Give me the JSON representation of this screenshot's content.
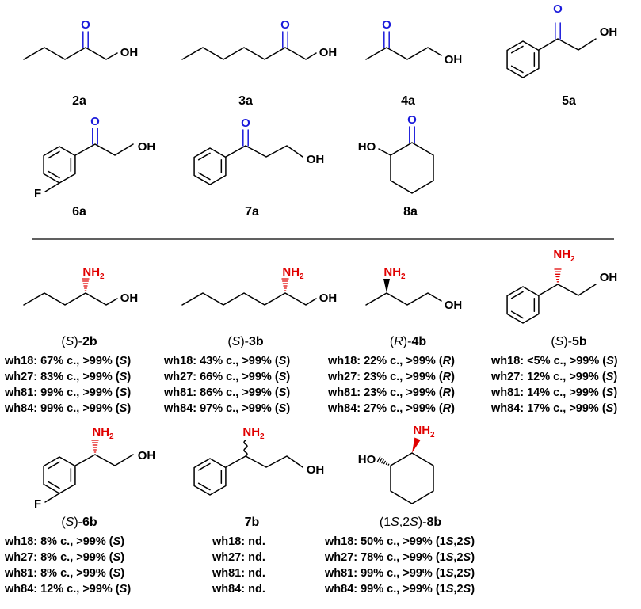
{
  "substrates": [
    {
      "id": "2a",
      "label": "2a",
      "atoms": {
        "o": "O",
        "oh": "OH"
      }
    },
    {
      "id": "3a",
      "label": "3a",
      "atoms": {
        "o": "O",
        "oh": "OH"
      }
    },
    {
      "id": "4a",
      "label": "4a",
      "atoms": {
        "o": "O",
        "oh": "OH"
      }
    },
    {
      "id": "5a",
      "label": "5a",
      "atoms": {
        "o": "O",
        "oh": "OH"
      }
    },
    {
      "id": "6a",
      "label": "6a",
      "atoms": {
        "o": "O",
        "oh": "OH",
        "f": "F"
      }
    },
    {
      "id": "7a",
      "label": "7a",
      "atoms": {
        "o": "O",
        "oh": "OH"
      }
    },
    {
      "id": "8a",
      "label": "8a",
      "atoms": {
        "o": "O",
        "ho": "HO"
      }
    }
  ],
  "products": [
    {
      "id": "2b",
      "label": "2b",
      "config": "S",
      "atoms": {
        "nh": "NH",
        "sub": "2",
        "oh": "OH"
      },
      "results": [
        {
          "enzyme": "wh18",
          "text": ": 67% c., >99% (",
          "config": "S",
          "close": ")"
        },
        {
          "enzyme": "wh27",
          "text": ": 83% c., >99% (",
          "config": "S",
          "close": ")"
        },
        {
          "enzyme": "wh81",
          "text": ": 99% c., >99% (",
          "config": "S",
          "close": ")"
        },
        {
          "enzyme": "wh84",
          "text": ": 99% c., >99% (",
          "config": "S",
          "close": ")"
        }
      ]
    },
    {
      "id": "3b",
      "label": "3b",
      "config": "S",
      "atoms": {
        "nh": "NH",
        "sub": "2",
        "oh": "OH"
      },
      "results": [
        {
          "enzyme": "wh18",
          "text": ": 43% c., >99% (",
          "config": "S",
          "close": ")"
        },
        {
          "enzyme": "wh27",
          "text": ": 66% c., >99% (",
          "config": "S",
          "close": ")"
        },
        {
          "enzyme": "wh81",
          "text": ": 86% c., >99% (",
          "config": "S",
          "close": ")"
        },
        {
          "enzyme": "wh84",
          "text": ": 97% c., >99% (",
          "config": "S",
          "close": ")"
        }
      ]
    },
    {
      "id": "4b",
      "label": "4b",
      "config": "R",
      "atoms": {
        "nh": "NH",
        "sub": "2",
        "oh": "OH"
      },
      "results": [
        {
          "enzyme": "wh18",
          "text": ": 22% c., >99% (",
          "config": "R",
          "close": ")"
        },
        {
          "enzyme": "wh27",
          "text": ": 23% c., >99% (",
          "config": "R",
          "close": ")"
        },
        {
          "enzyme": "wh81",
          "text": ": 23% c., >99% (",
          "config": "R",
          "close": ")"
        },
        {
          "enzyme": "wh84",
          "text": ": 27% c., >99% (",
          "config": "R",
          "close": ")"
        }
      ]
    },
    {
      "id": "5b",
      "label": "5b",
      "config": "S",
      "atoms": {
        "nh": "NH",
        "sub": "2",
        "oh": "OH"
      },
      "results": [
        {
          "enzyme": "wh18",
          "text": ": <5% c., >99% (",
          "config": "S",
          "close": ")"
        },
        {
          "enzyme": "wh27",
          "text": ": 12% c., >99% (",
          "config": "S",
          "close": ")"
        },
        {
          "enzyme": "wh81",
          "text": ": 14% c., >99% (",
          "config": "S",
          "close": ")"
        },
        {
          "enzyme": "wh84",
          "text": ": 17% c., >99% (",
          "config": "S",
          "close": ")"
        }
      ]
    },
    {
      "id": "6b",
      "label": "6b",
      "config": "S",
      "atoms": {
        "nh": "NH",
        "sub": "2",
        "oh": "OH",
        "f": "F"
      },
      "results": [
        {
          "enzyme": "wh18",
          "text": ": 8% c., >99% (",
          "config": "S",
          "close": ")"
        },
        {
          "enzyme": "wh27",
          "text": ": 8% c., >99% (",
          "config": "S",
          "close": ")"
        },
        {
          "enzyme": "wh81",
          "text": ": 8% c., >99% (",
          "config": "S",
          "close": ")"
        },
        {
          "enzyme": "wh84",
          "text": ": 12% c., >99% (",
          "config": "S",
          "close": ")"
        }
      ]
    },
    {
      "id": "7b",
      "label": "7b",
      "config": "",
      "atoms": {
        "nh": "NH",
        "sub": "2",
        "oh": "OH"
      },
      "results": [
        {
          "enzyme": "wh18",
          "text": ": nd."
        },
        {
          "enzyme": "wh27",
          "text": ": nd."
        },
        {
          "enzyme": "wh81",
          "text": ": nd."
        },
        {
          "enzyme": "wh84",
          "text": ": nd."
        }
      ]
    },
    {
      "id": "8b",
      "label": "8b",
      "config": "1S,2S",
      "atoms": {
        "nh": "NH",
        "sub": "2",
        "ho": "HO"
      },
      "results": [
        {
          "enzyme": "wh18",
          "text": ": 50% c., >99% (",
          "config": "1S,2S",
          "close": ")"
        },
        {
          "enzyme": "wh27",
          "text": ": 78% c., >99% (",
          "config": "1S,2S",
          "close": ")"
        },
        {
          "enzyme": "wh81",
          "text": ": 99% c., >99% (",
          "config": "1S,2S",
          "close": ")"
        },
        {
          "enzyme": "wh84",
          "text": ": 99% c., >99% (",
          "config": "1S,2S",
          "close": ")"
        }
      ]
    }
  ],
  "colors": {
    "oxygen": "#1a1adb",
    "amine": "#e00000",
    "bond": "#000000"
  }
}
